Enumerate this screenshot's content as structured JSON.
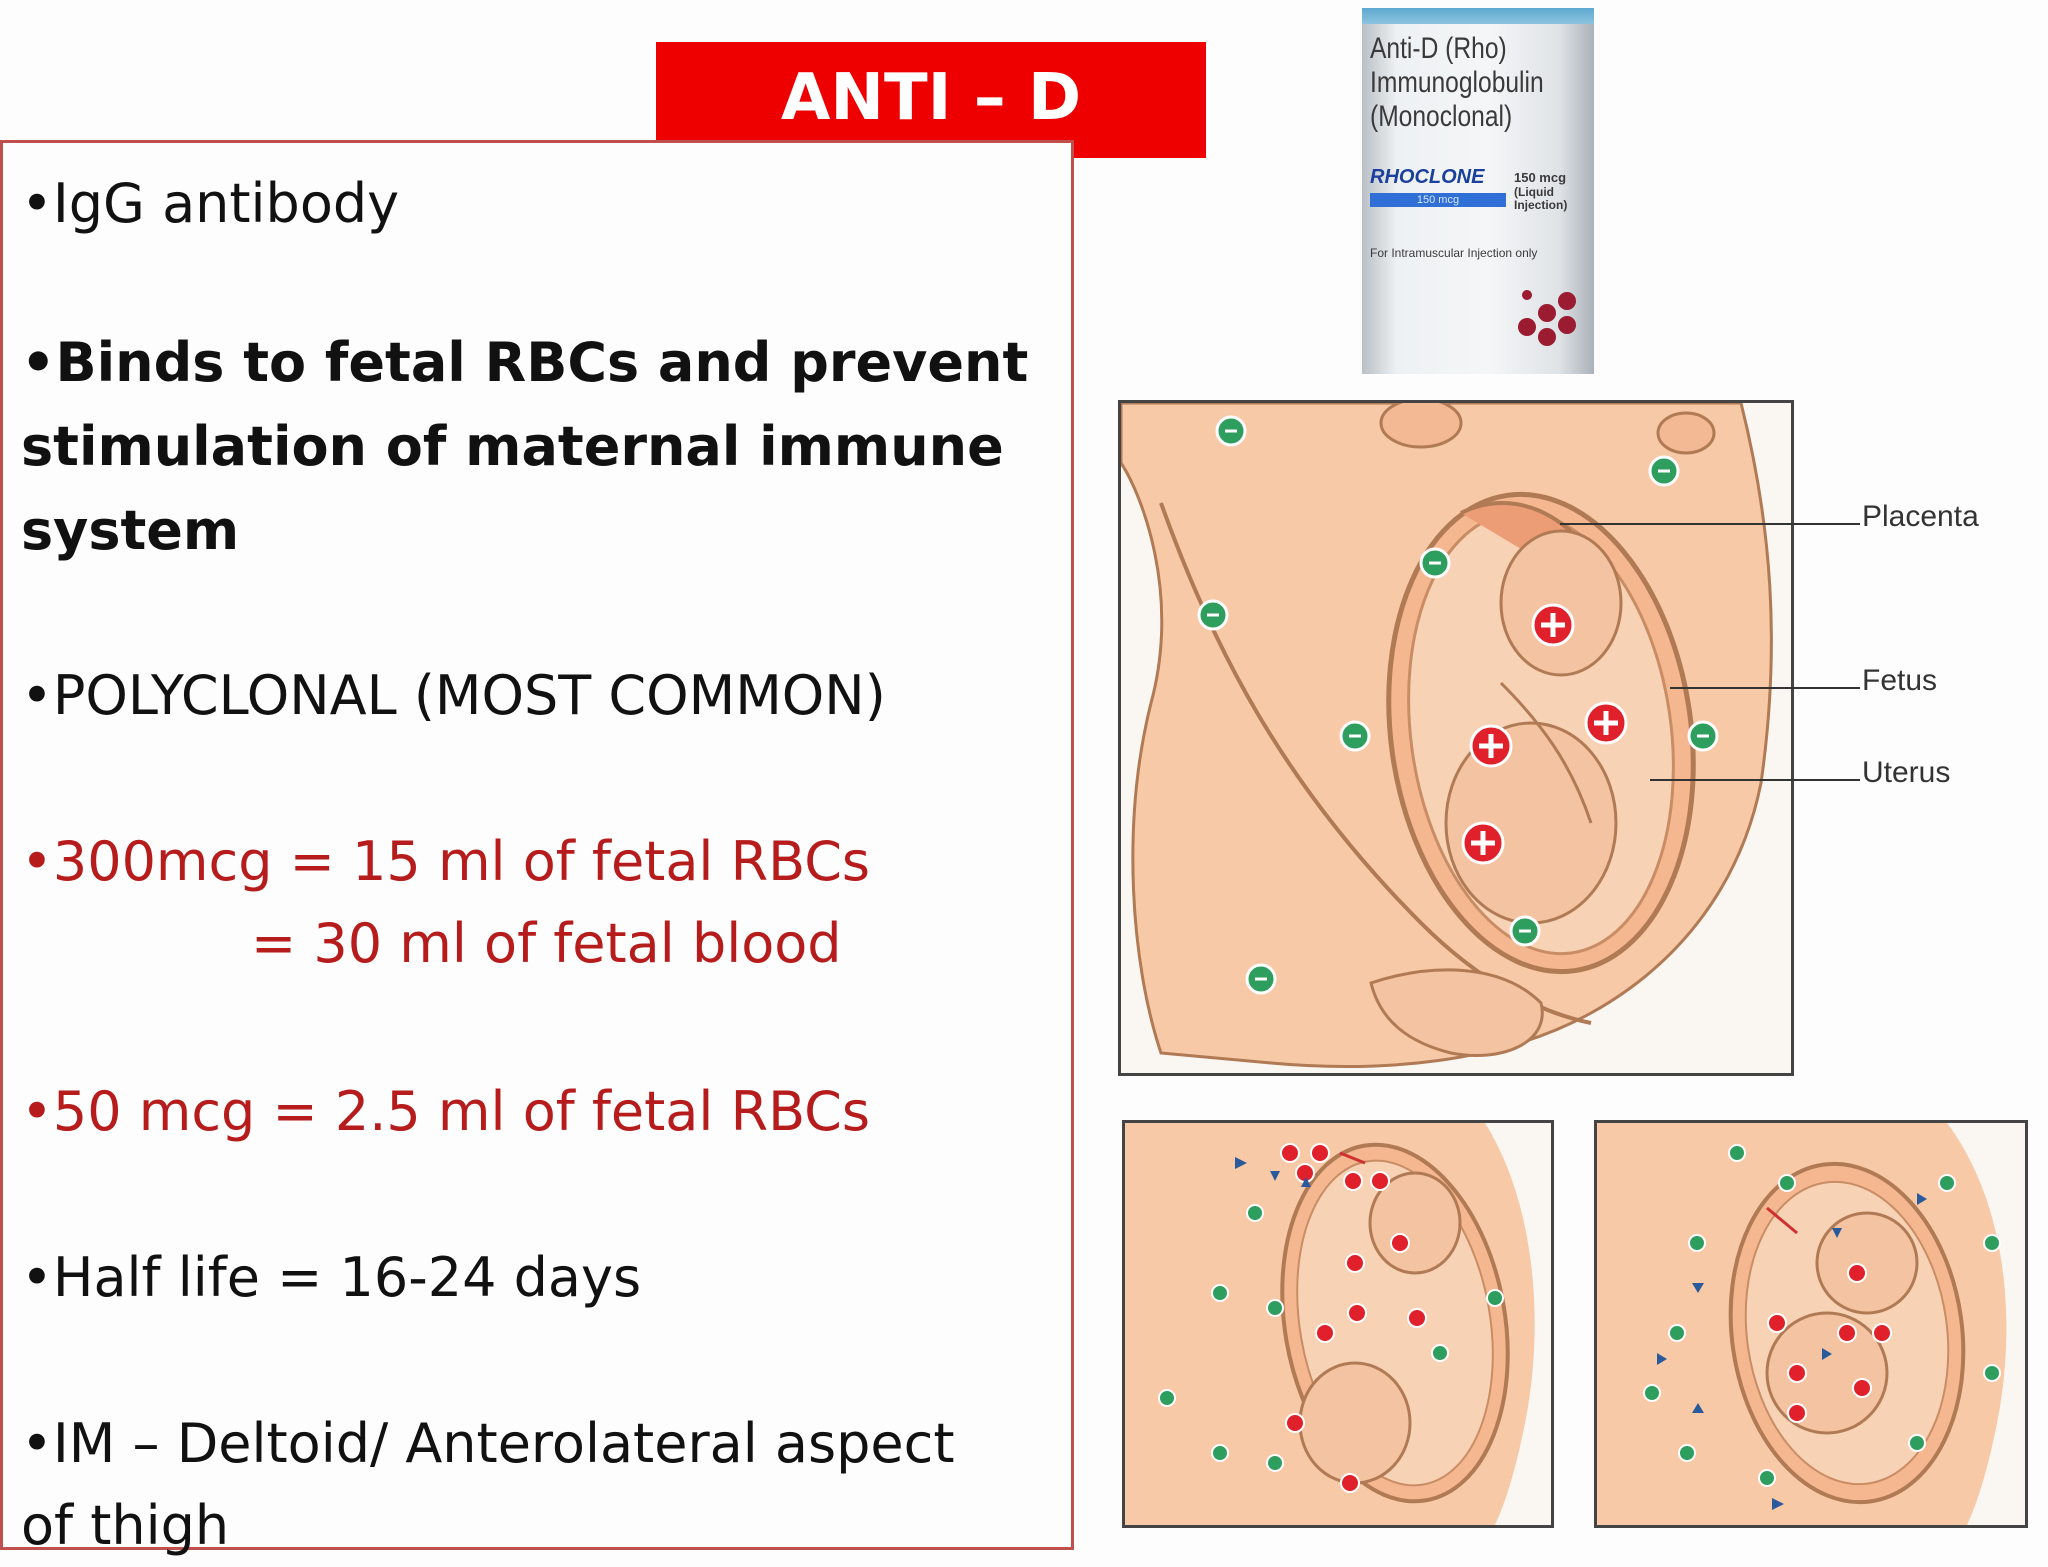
{
  "title": "ANTI – D",
  "bullets": [
    {
      "text": "•IgG antibody"
    },
    {
      "lines": [
        "•Binds to fetal RBCs and prevent",
        "stimulation of maternal immune",
        "system"
      ]
    },
    {
      "text": "•POLYCLONAL (MOST COMMON)"
    },
    {
      "lines": [
        "•300mcg = 15 ml of fetal RBCs",
        "= 30 ml of fetal blood"
      ]
    },
    {
      "text": "•50 mcg = 2.5 ml of fetal RBCs"
    },
    {
      "text": "•Half life = 16-24 days"
    },
    {
      "lines": [
        "•IM – Deltoid/ Anterolateral aspect",
        "of thigh"
      ]
    }
  ],
  "vial": {
    "name_lines": [
      "Anti-D (Rho)",
      "Immunoglobulin",
      "(Monoclonal)"
    ],
    "brand": "RHOCLONE",
    "dose": "150 mcg",
    "form": "(Liquid Injection)",
    "band": "150 mcg",
    "route": "For Intramuscular Injection only"
  },
  "diagram_labels": {
    "placenta": "Placenta",
    "fetus": "Fetus",
    "uterus": "Uterus"
  },
  "colors": {
    "title_bg": "#ee0000",
    "box_border": "#c0504d",
    "red_text": "#b71c1c",
    "skin": "#f7c9a6",
    "fetal_rbc": "#e0202a",
    "antibody": "#2e9e5e"
  }
}
